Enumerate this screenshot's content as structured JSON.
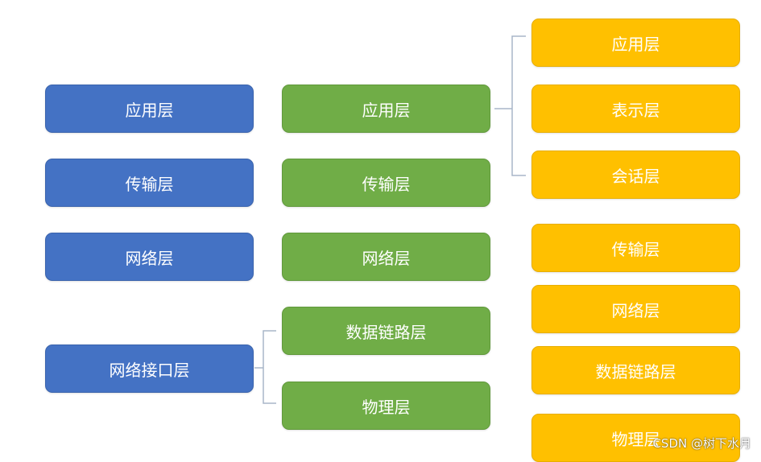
{
  "colors": {
    "tcpip": "#4472c4",
    "five_layer": "#70ad47",
    "osi": "#ffc000"
  },
  "tcpip": {
    "application": "应用层",
    "transport": "传输层",
    "network": "网络层",
    "network_interface": "网络接口层"
  },
  "five_layer": {
    "application": "应用层",
    "transport": "传输层",
    "network": "网络层",
    "data_link": "数据链路层",
    "physical": "物理层"
  },
  "osi": {
    "application": "应用层",
    "presentation": "表示层",
    "session": "会话层",
    "transport": "传输层",
    "network": "网络层",
    "data_link": "数据链路层",
    "physical": "物理层"
  },
  "watermark": "CSDN @树下水月"
}
